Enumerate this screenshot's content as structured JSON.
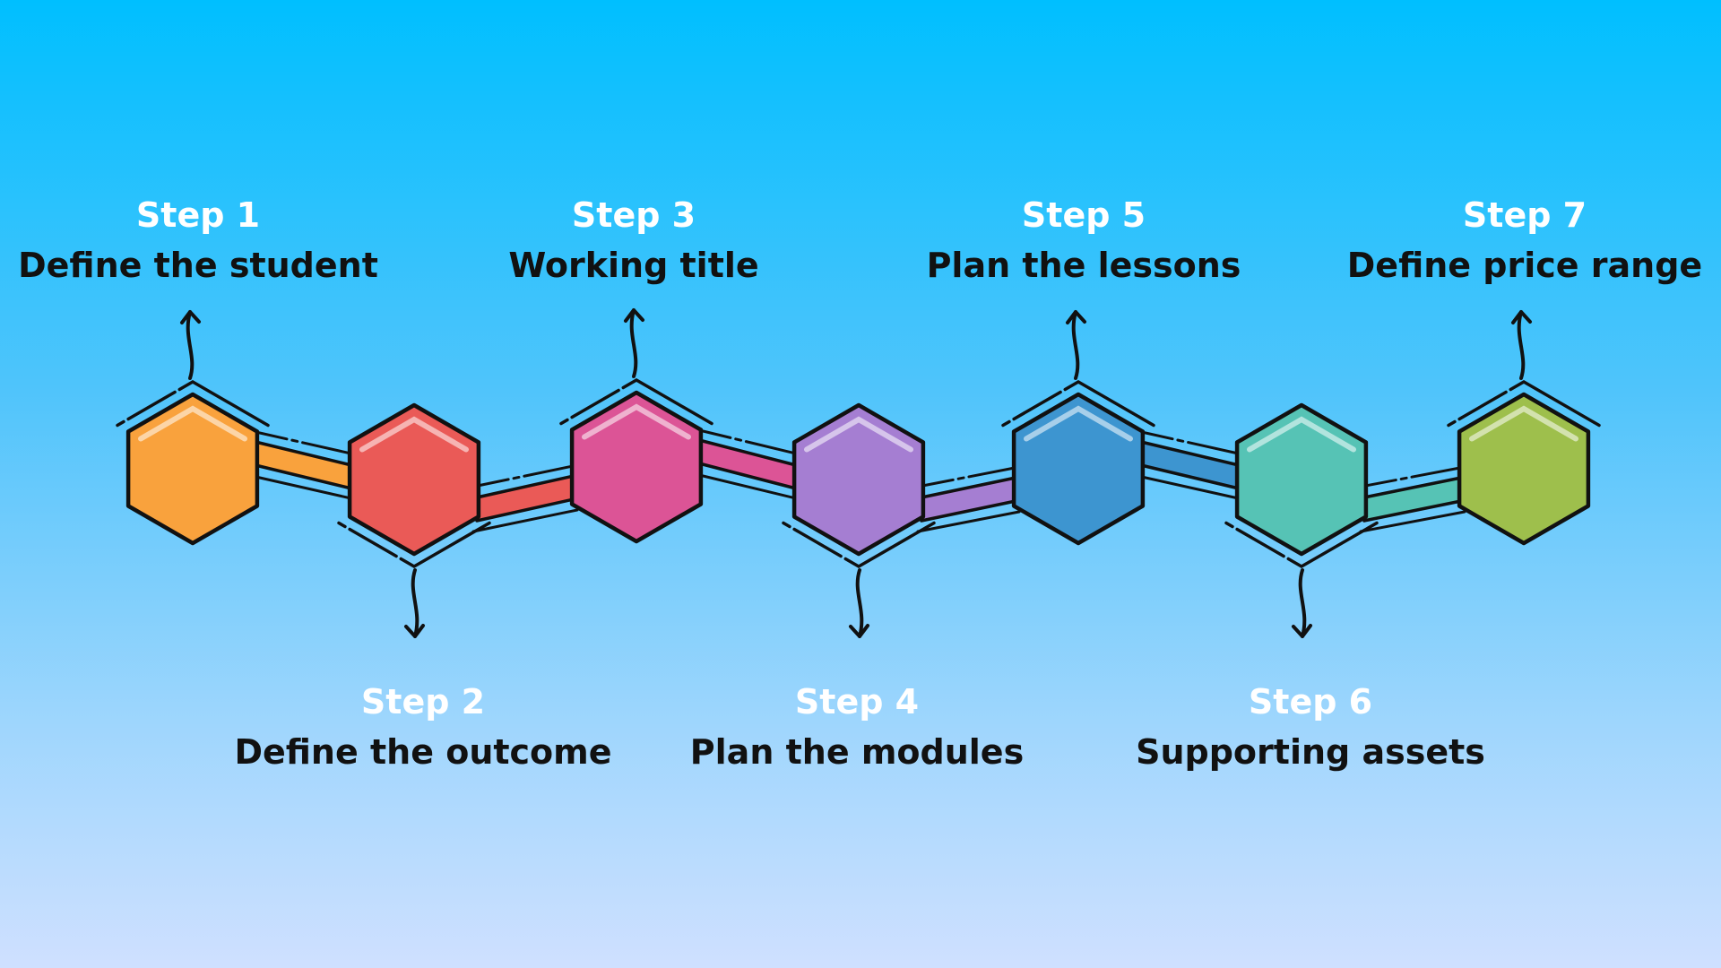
{
  "diagram": {
    "steps": [
      {
        "number_label": "Step 1",
        "title": "Define the student",
        "color": "#f9a23d"
      },
      {
        "number_label": "Step 2",
        "title": "Define the outcome",
        "color": "#ea5a57"
      },
      {
        "number_label": "Step 3",
        "title": "Working title",
        "color": "#dc5496"
      },
      {
        "number_label": "Step 4",
        "title": "Plan the modules",
        "color": "#a57ed2"
      },
      {
        "number_label": "Step 5",
        "title": "Plan the lessons",
        "color": "#3d95d0"
      },
      {
        "number_label": "Step 6",
        "title": "Supporting assets",
        "color": "#56c3b5"
      },
      {
        "number_label": "Step 7",
        "title": "Define price range",
        "color": "#9ebf4c"
      }
    ],
    "outline_color": "#111111"
  }
}
